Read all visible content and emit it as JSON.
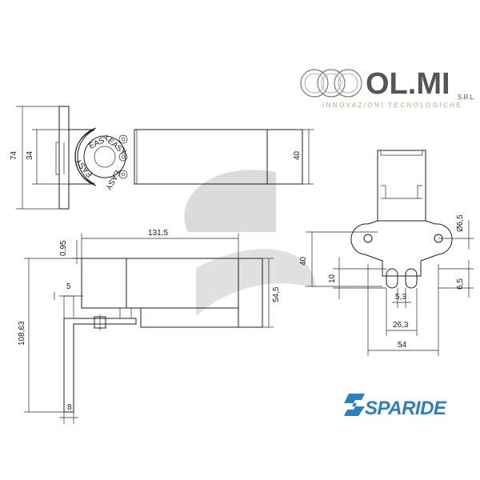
{
  "logo": {
    "name": "OL.MI",
    "suffix": "S.R.L.",
    "tagline": "INNOVAZIONI TECNOLOGICHE",
    "tagline_color": "#c9a07a"
  },
  "watermark": {
    "brand": "SPARIDE",
    "color": "#2e7fc0"
  },
  "engraving": "EASY",
  "dimensions": {
    "top_height": "74",
    "top_inner": "34",
    "top_right": "40",
    "gap": "0,95",
    "length": "131,5",
    "width_small": "5",
    "total_height": "108,63",
    "height_545": "54,5",
    "base": "8",
    "right_height": "40",
    "hole_dia": "Ø6,5",
    "slot_spacing": "10",
    "slot_h": "6,5",
    "slot_w": "5,3",
    "slot_span": "26,3",
    "plate_width": "54"
  }
}
